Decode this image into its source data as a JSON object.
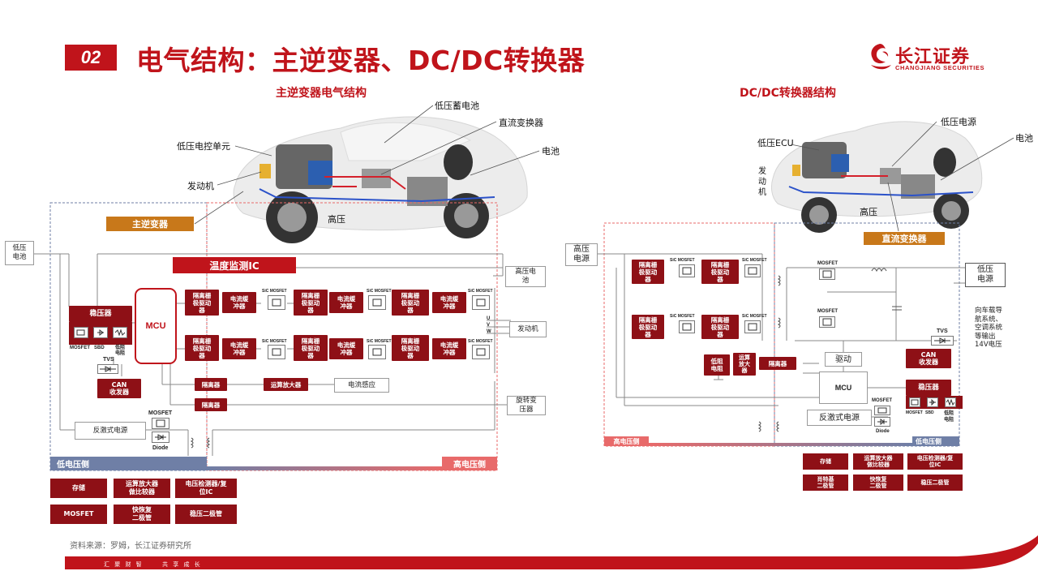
{
  "header": {
    "number": "02",
    "title": "电气结构：主逆变器、DC/DC转换器",
    "logo_cn": "长江证券",
    "logo_en": "CHANGJIANG SECURITIES"
  },
  "left_panel": {
    "title": "主逆变器电气结构",
    "car_labels": {
      "lv_battery": "低压蓄电池",
      "dc_converter": "直流变换器",
      "battery": "电池",
      "lv_ecu": "低压电控单元",
      "motor": "发动机",
      "high_voltage": "高压"
    },
    "main_inverter_label": "主逆变器",
    "temp_ic_label": "温度监测IC",
    "lv_battery_label": "低压\n电池",
    "mcu_label": "MCU",
    "regulator": "稳压器",
    "reg_parts": [
      "MOSFET",
      "SBD",
      "低阻\n电阻"
    ],
    "tvs_label": "TVS",
    "can_label": "CAN\n收发器",
    "gate_driver": "隔离栅\n极驱动\n器",
    "current_buffer": "电流缓\n冲器",
    "sic_mosfet": "SiC MOSFET",
    "hv_battery_box": "高压电\n池",
    "motor_box": "发动机",
    "phases": [
      "U",
      "V",
      "W"
    ],
    "isolator": "隔离器",
    "op_amp": "运算放大器",
    "current_sensor": "电流感应",
    "resolver": "旋转变\n压器",
    "flyback": "反激式电源",
    "mosfet": "MOSFET",
    "diode": "Diode",
    "lv_side": "低电压侧",
    "hv_side": "高电压侧",
    "legend": [
      "存储",
      "运算放大器\n做比较器",
      "电压检测器/复\n位IC",
      "MOSFET",
      "快恢复\n二极管",
      "稳压二极管"
    ]
  },
  "right_panel": {
    "title": "DC/DC转换器结构",
    "car_labels": {
      "lv_power": "低压电源",
      "battery": "电池",
      "lv_ecu": "低压ECU",
      "motor": "发\n动\n机",
      "high_voltage": "高压"
    },
    "dc_converter_label": "直流变换器",
    "hv_power_label": "高压\n电源",
    "lv_power_box": "低压\n电源",
    "gate_driver": "隔离栅\n极驱动\n器",
    "sic_mosfet": "SiC MOSFET",
    "mosfet": "MOSFET",
    "low_resistor": "低阻\n电阻",
    "op_amp": "运算\n放大\n器",
    "isolator": "隔离器",
    "drive": "驱动",
    "mcu_label": "MCU",
    "tvs_label": "TVS",
    "can_label": "CAN\n收发器",
    "regulator": "稳压器",
    "reg_parts": [
      "MOSFET",
      "SBD",
      "低阻\n电阻"
    ],
    "flyback": "反激式电源",
    "diode": "Diode",
    "output_note": "向车载导\n航系统、\n空调系统\n等输出\n14V电压",
    "hv_side": "高电压侧",
    "lv_side": "低电压侧",
    "legend": [
      "存储",
      "运算放大器\n做比较器",
      "电压检测器/复\n位IC",
      "肖特基\n二极管",
      "快恢复\n二极管",
      "稳压二极管"
    ]
  },
  "footer": {
    "source": "资料来源：罗姆，长江证券研究所",
    "slogan_left": "汇 聚 财 智",
    "slogan_right": "共 享 成 长"
  },
  "colors": {
    "brand_red": "#c0141b",
    "dark_red": "#8e1016",
    "orange": "#c8781a",
    "lv_blue": "#6f7fa6",
    "hv_red": "#e86a6a"
  }
}
